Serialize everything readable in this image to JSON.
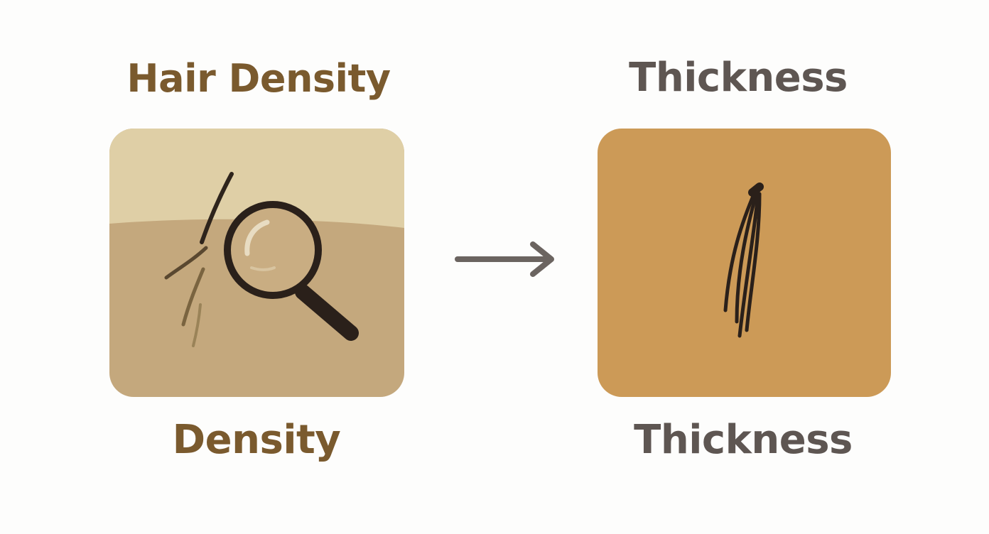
{
  "left": {
    "title": "Hair Density",
    "caption": "Density",
    "icon": "magnifying-glass-over-hair-icon",
    "colors": {
      "title": "#7a5a2e",
      "panel_top": "#dfcfa6",
      "panel_bottom": "#c4a87d"
    }
  },
  "right": {
    "title": "Thickness",
    "caption": "Thickness",
    "icon": "hair-strand-bundle-icon",
    "colors": {
      "title": "#5e5652",
      "panel": "#cc9a57"
    }
  },
  "connector": {
    "icon": "right-arrow-icon",
    "color": "#6b6460"
  }
}
